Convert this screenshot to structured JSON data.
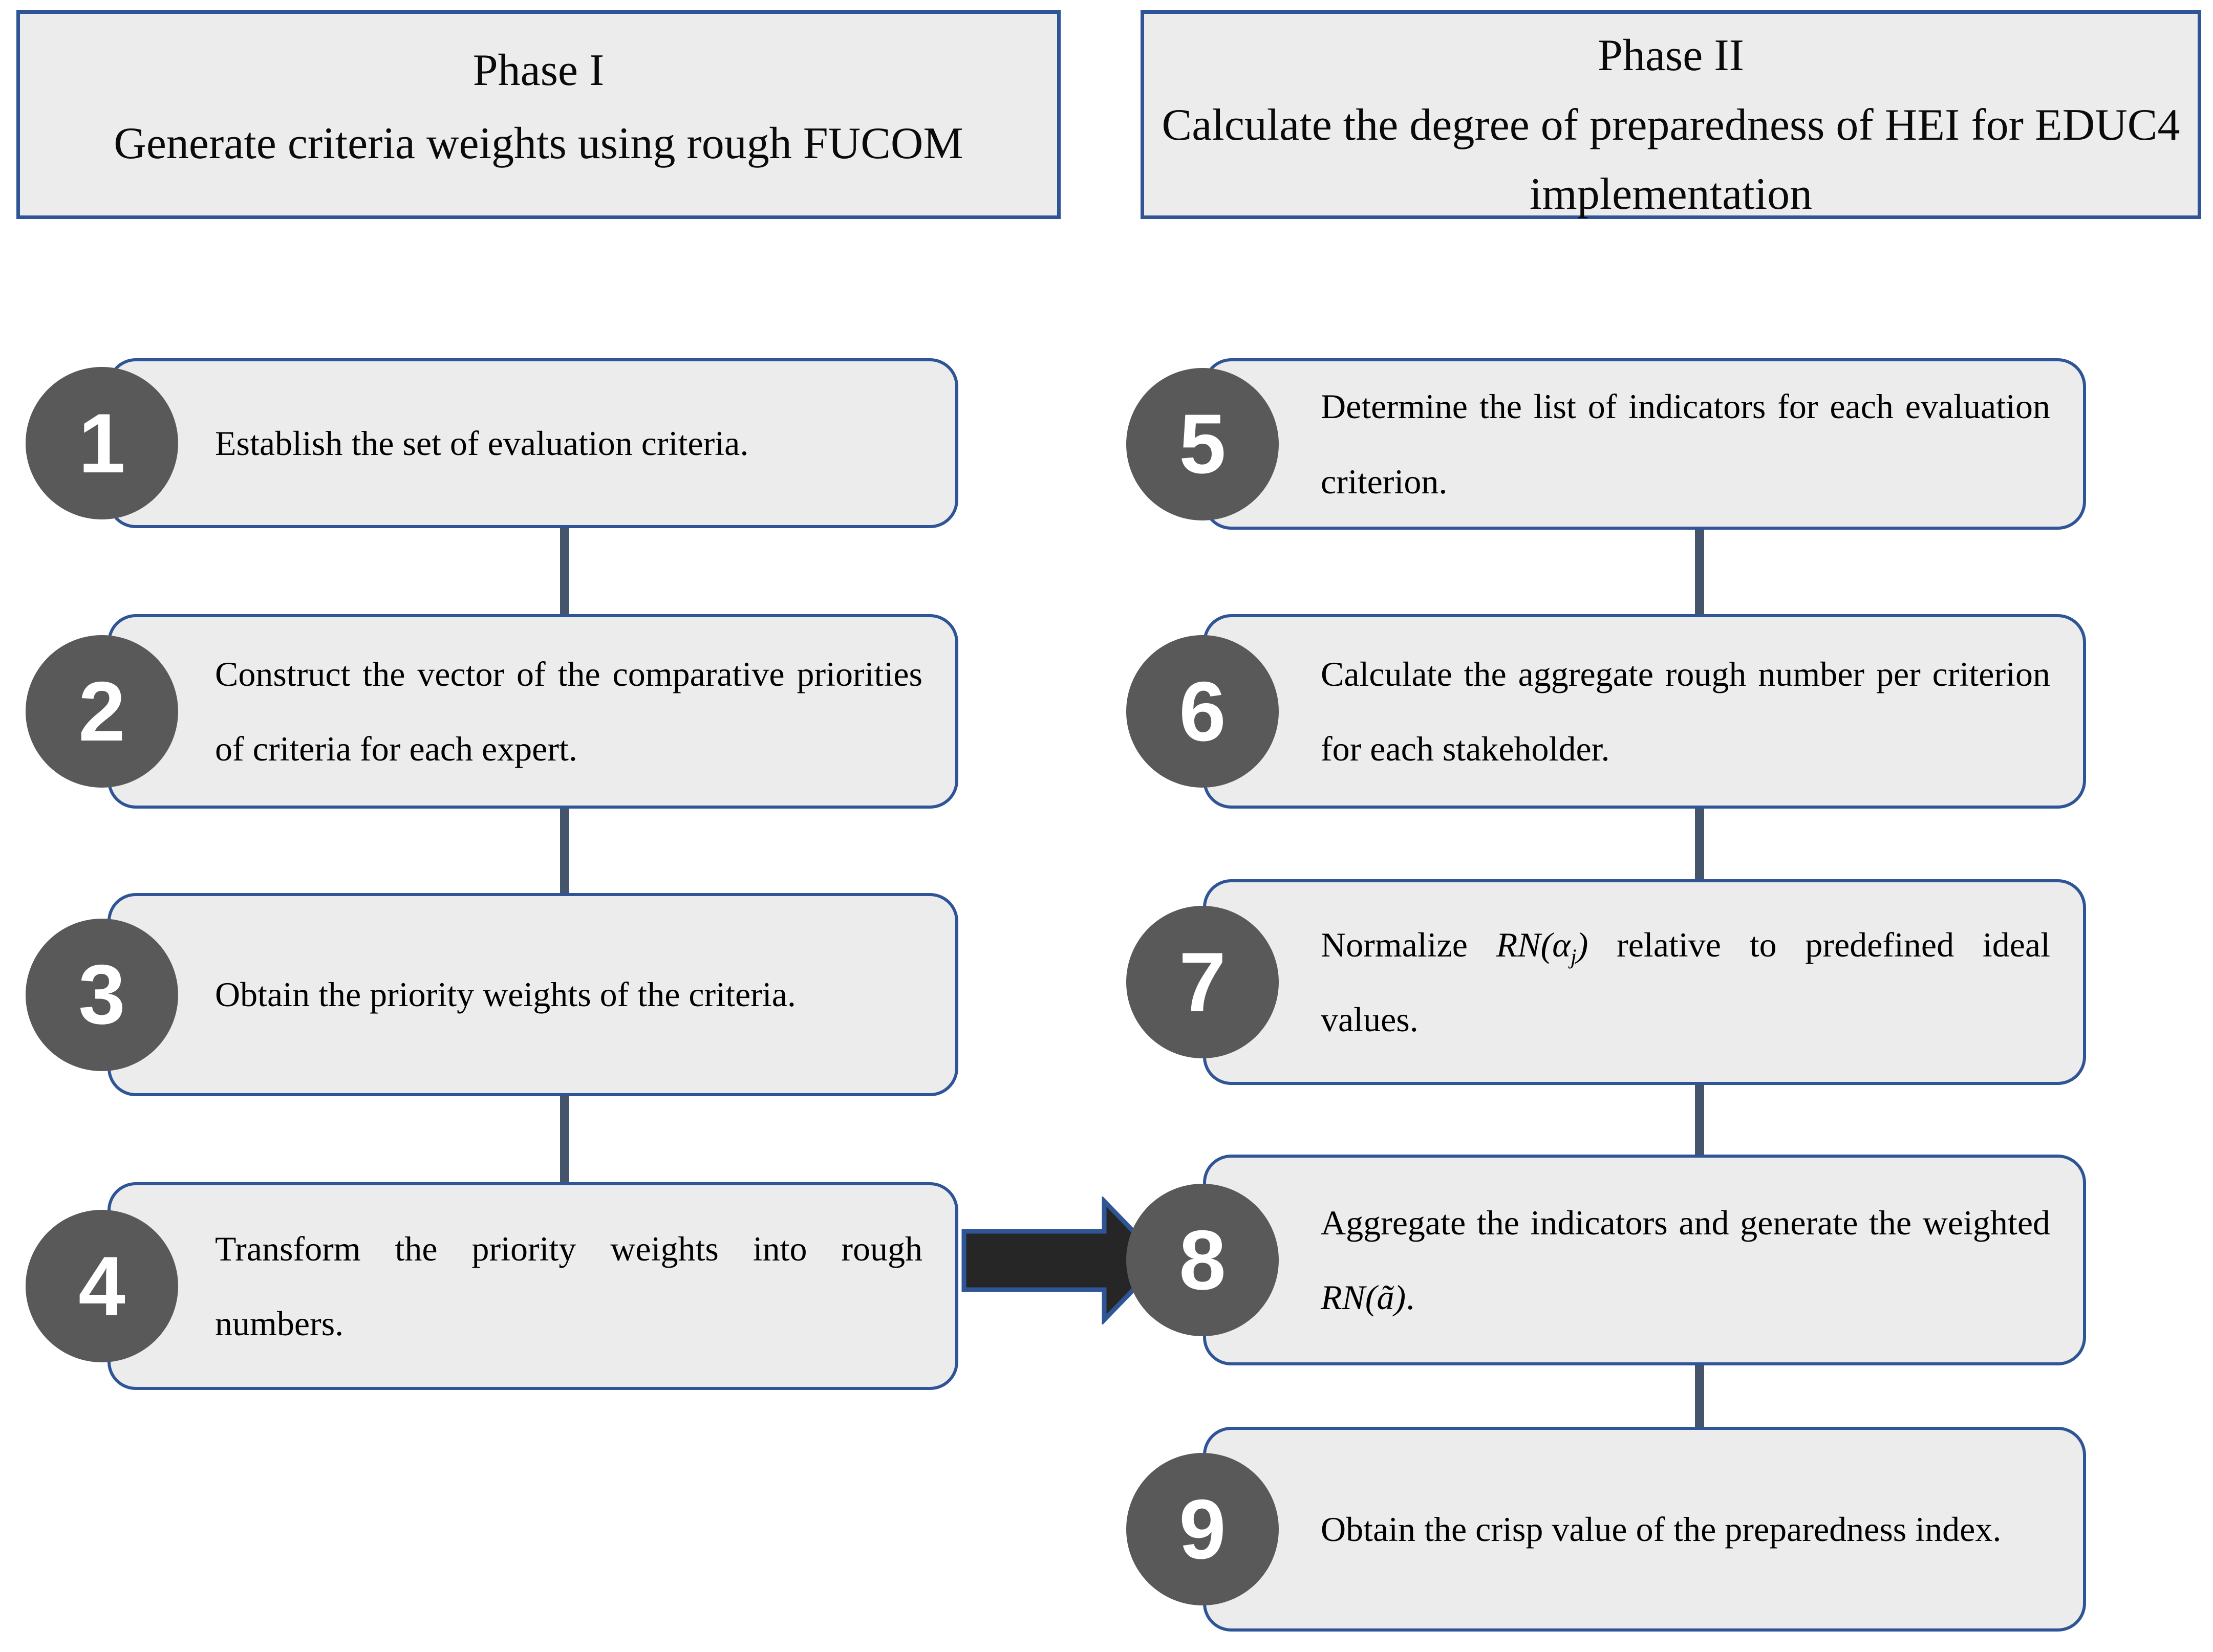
{
  "phase1": {
    "title": "Phase I",
    "subtitle": "Generate criteria weights using rough FUCOM"
  },
  "phase2": {
    "title": "Phase II",
    "subtitle": "Calculate the degree of preparedness of HEI for EDUC4 implementation"
  },
  "steps": [
    {
      "number": "1",
      "text": "Establish the set of evaluation criteria."
    },
    {
      "number": "2",
      "text": "Construct the vector of the comparative priorities of criteria for each expert."
    },
    {
      "number": "3",
      "text": "Obtain the priority weights of the criteria."
    },
    {
      "number": "4",
      "text": "Transform the priority weights into rough numbers."
    },
    {
      "number": "5",
      "text": "Determine the list of indicators for each evaluation criterion."
    },
    {
      "number": "6",
      "text": "Calculate the aggregate rough number per criterion for each stakeholder."
    },
    {
      "number": "7",
      "pre": "Normalize ",
      "math1": "RN(α",
      "sub": "j",
      "math2": ")",
      "post": " relative to predefined ideal values."
    },
    {
      "number": "8",
      "pre": "Aggregate the indicators and generate the weighted ",
      "math1": "RN(ã)",
      "post": "."
    },
    {
      "number": "9",
      "text": "Obtain the crisp value of the preparedness index."
    }
  ],
  "colors": {
    "box_fill": "#ececec",
    "box_border": "#2f5597",
    "circle_fill": "#595959",
    "connector": "#44546a",
    "arrow_fill": "#262626",
    "arrow_border": "#2f5597",
    "text": "#000000",
    "number_text": "#ffffff"
  }
}
